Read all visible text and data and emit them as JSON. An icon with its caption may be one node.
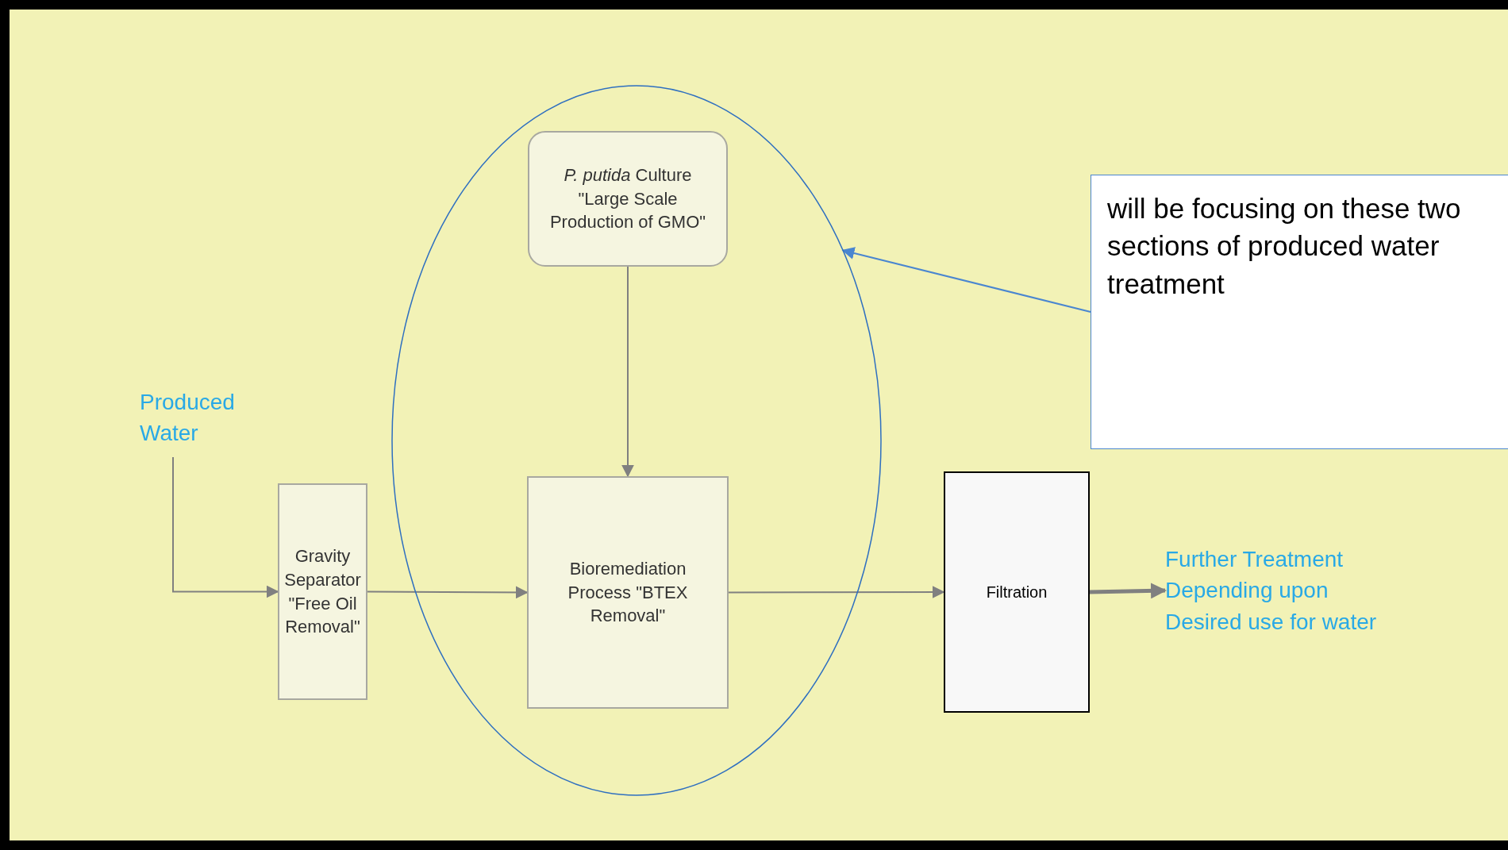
{
  "diagram": {
    "nodes": [
      {
        "text": [
          "Produced Water"
        ]
      },
      {
        "text": [
          "Gravity Separator \"Free Oil Removal\""
        ]
      },
      {
        "text": [],
        "shape": "ellipse"
      },
      {
        "text": [
          "*P. putida* Culture \"Large Scale Production of GMO\""
        ],
        "in": 2
      },
      {
        "text": [
          "Bioremediation Process \"BTEX Removal\""
        ],
        "in": 2
      },
      {
        "text": [
          "Filtration"
        ]
      },
      {
        "text": [
          "Further Treatment Depending upon Desired use for water"
        ]
      },
      {
        "text": [
          "will be focusing on these two sections of produced water treatment"
        ]
      }
    ],
    "edges": [
      {
        "from": 0,
        "to": 1,
        "arrow": "to"
      },
      {
        "from": 1,
        "to": 4,
        "arrow": "to"
      },
      {
        "from": 3,
        "to": 4,
        "arrow": "to"
      },
      {
        "from": 4,
        "to": 5,
        "arrow": "to"
      },
      {
        "from": 5,
        "to": 6,
        "arrow": "to",
        "style": "thick"
      },
      {
        "from": 7,
        "to": 2,
        "arrow": "to",
        "color": "#4a86d0"
      }
    ]
  }
}
